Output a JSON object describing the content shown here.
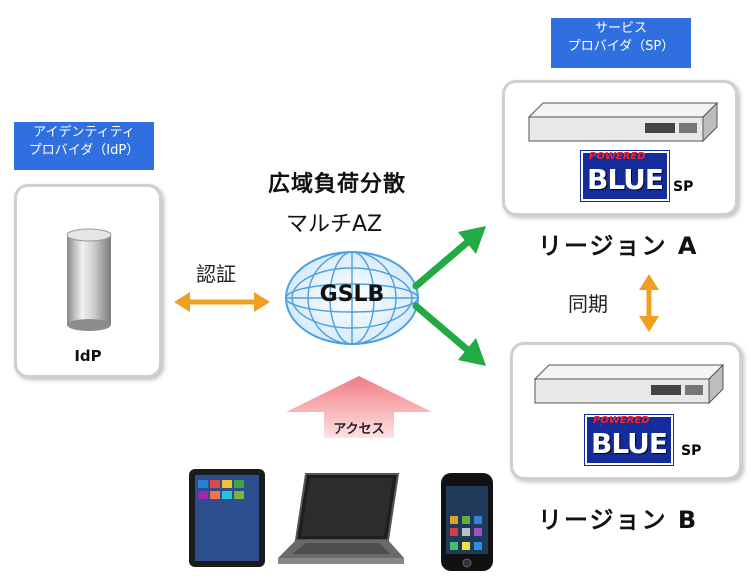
{
  "sp_label": {
    "line1": "サービス",
    "line2": "プロバイダ（SP）"
  },
  "idp_label": {
    "line1": "アイデンティティ",
    "line2": "プロバイダ（IdP）"
  },
  "idp_box": {
    "caption": "IdP"
  },
  "auth_label": "認証",
  "gslb": {
    "title": "広域負荷分散",
    "subtitle": "マルチAZ",
    "globe_text": "GSLB"
  },
  "access_label": "アクセス",
  "sync_label": "同期",
  "region_a": {
    "name": "リージョン A",
    "sp": "SP"
  },
  "region_b": {
    "name": "リージョン B",
    "sp": "SP"
  },
  "powered_blue": {
    "top": "POWERED",
    "main": "BLUE"
  },
  "colors": {
    "label_blue": "#2f6fe0",
    "green_arrow": "#22aa44",
    "orange_arrow": "#f0a020",
    "access_arrow": "#f29aa0"
  },
  "icons": [
    "server-cylinder-icon",
    "rack-server-icon",
    "globe-icon",
    "tablet-icon",
    "laptop-icon",
    "smartphone-icon"
  ]
}
